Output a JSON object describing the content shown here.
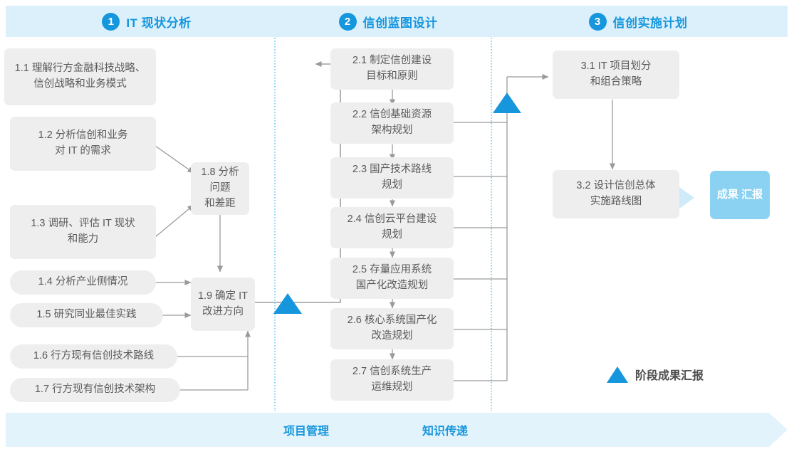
{
  "colors": {
    "accent": "#1596dd",
    "phase_band": "#dcf0fb",
    "box_fill": "#eeeeee",
    "box_text": "#5a5a5a",
    "result_fill": "#8bd2f2",
    "wire": "#9a9a9a",
    "divider": "#3fb6e8"
  },
  "phases": [
    {
      "num": "1",
      "label": "IT 现状分析"
    },
    {
      "num": "2",
      "label": "信创蓝图设计"
    },
    {
      "num": "3",
      "label": "信创实施计划"
    }
  ],
  "phase1": {
    "inputs": [
      {
        "id": "1.1",
        "line1": "1.1 理解行方金融科技战略、",
        "line2": "信创战略和业务模式"
      },
      {
        "id": "1.2",
        "line1": "1.2 分析信创和业务",
        "line2": "对 IT 的需求"
      },
      {
        "id": "1.3",
        "line1": "1.3 调研、评估 IT 现状",
        "line2": "和能力"
      },
      {
        "id": "1.4",
        "line1": "1.4 分析产业侧情况",
        "line2": ""
      },
      {
        "id": "1.5",
        "line1": "1.5 研究同业最佳实践",
        "line2": ""
      },
      {
        "id": "1.6",
        "line1": "1.6 行方现有信创技术路线",
        "line2": ""
      },
      {
        "id": "1.7",
        "line1": "1.7 行方现有信创技术架构",
        "line2": ""
      }
    ],
    "outputs": [
      {
        "id": "1.8",
        "line1": "1.8 分析问题",
        "line2": "和差距"
      },
      {
        "id": "1.9",
        "line1": "1.9 确定 IT",
        "line2": "改进方向"
      }
    ]
  },
  "phase2": {
    "steps": [
      {
        "id": "2.1",
        "line1": "2.1 制定信创建设",
        "line2": "目标和原则"
      },
      {
        "id": "2.2",
        "line1": "2.2 信创基础资源",
        "line2": "架构规划"
      },
      {
        "id": "2.3",
        "line1": "2.3 国产技术路线",
        "line2": "规划"
      },
      {
        "id": "2.4",
        "line1": "2.4 信创云平台建设",
        "line2": "规划"
      },
      {
        "id": "2.5",
        "line1": "2.5 存量应用系统",
        "line2": "国产化改造规划"
      },
      {
        "id": "2.6",
        "line1": "2.6 核心系统国产化",
        "line2": "改造规划"
      },
      {
        "id": "2.7",
        "line1": "2.7 信创系统生产",
        "line2": "运维规划"
      }
    ]
  },
  "phase3": {
    "steps": [
      {
        "id": "3.1",
        "line1": "3.1 IT 项目划分",
        "line2": "和组合策略"
      },
      {
        "id": "3.2",
        "line1": "3.2 设计信创总体",
        "line2": "实施路线图"
      }
    ],
    "result": {
      "line1": "成果",
      "line2": "汇报"
    }
  },
  "legend": {
    "label": "阶段成果汇报",
    "marker": "triangle-up"
  },
  "footer": {
    "labels": [
      "项目管理",
      "知识传递"
    ]
  }
}
